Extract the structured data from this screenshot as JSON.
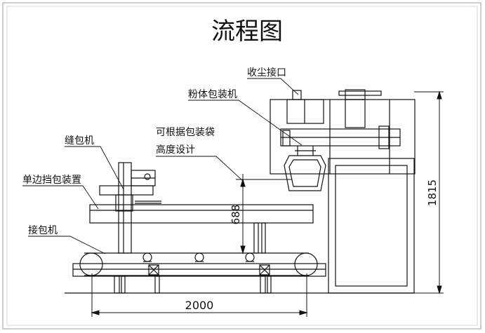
{
  "diagram": {
    "title": "流程图",
    "labels": {
      "dust_port": "收尘接口",
      "powder_packer": "粉体包装机",
      "adjustable_line1": "可根据包装袋",
      "adjustable_line2": "高度设计",
      "sewing_machine": "缝包机",
      "single_side_retainer": "单边挡包装置",
      "bag_conveyor": "接包机"
    },
    "dimensions": {
      "conveyor_length": "2000",
      "adjust_height": "688",
      "total_height": "1815"
    }
  }
}
